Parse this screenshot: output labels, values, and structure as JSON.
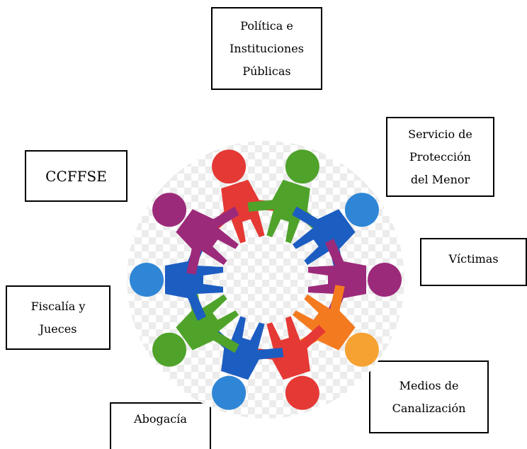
{
  "diagram": {
    "colors": {
      "red": "#e53935",
      "green": "#4fa32a",
      "blue": "#1c5dc2",
      "lightblue": "#2f86d6",
      "orange": "#f47a1f",
      "lightorange": "#f6a233",
      "purple": "#9c2a7a",
      "checker": "#ececec"
    },
    "center_icon": "people-circle-icon",
    "labels": {
      "politica": "Política e\nInstituciones\nPúblicas",
      "servicio": "Servicio de\nProtección\ndel Menor",
      "ccffse": "CCFFSE",
      "victimas": "Víctimas",
      "fiscalia": "Fiscalía y\nJueces",
      "medios": "Medios de\nCanalización",
      "abogacia": "Abogacía"
    }
  }
}
